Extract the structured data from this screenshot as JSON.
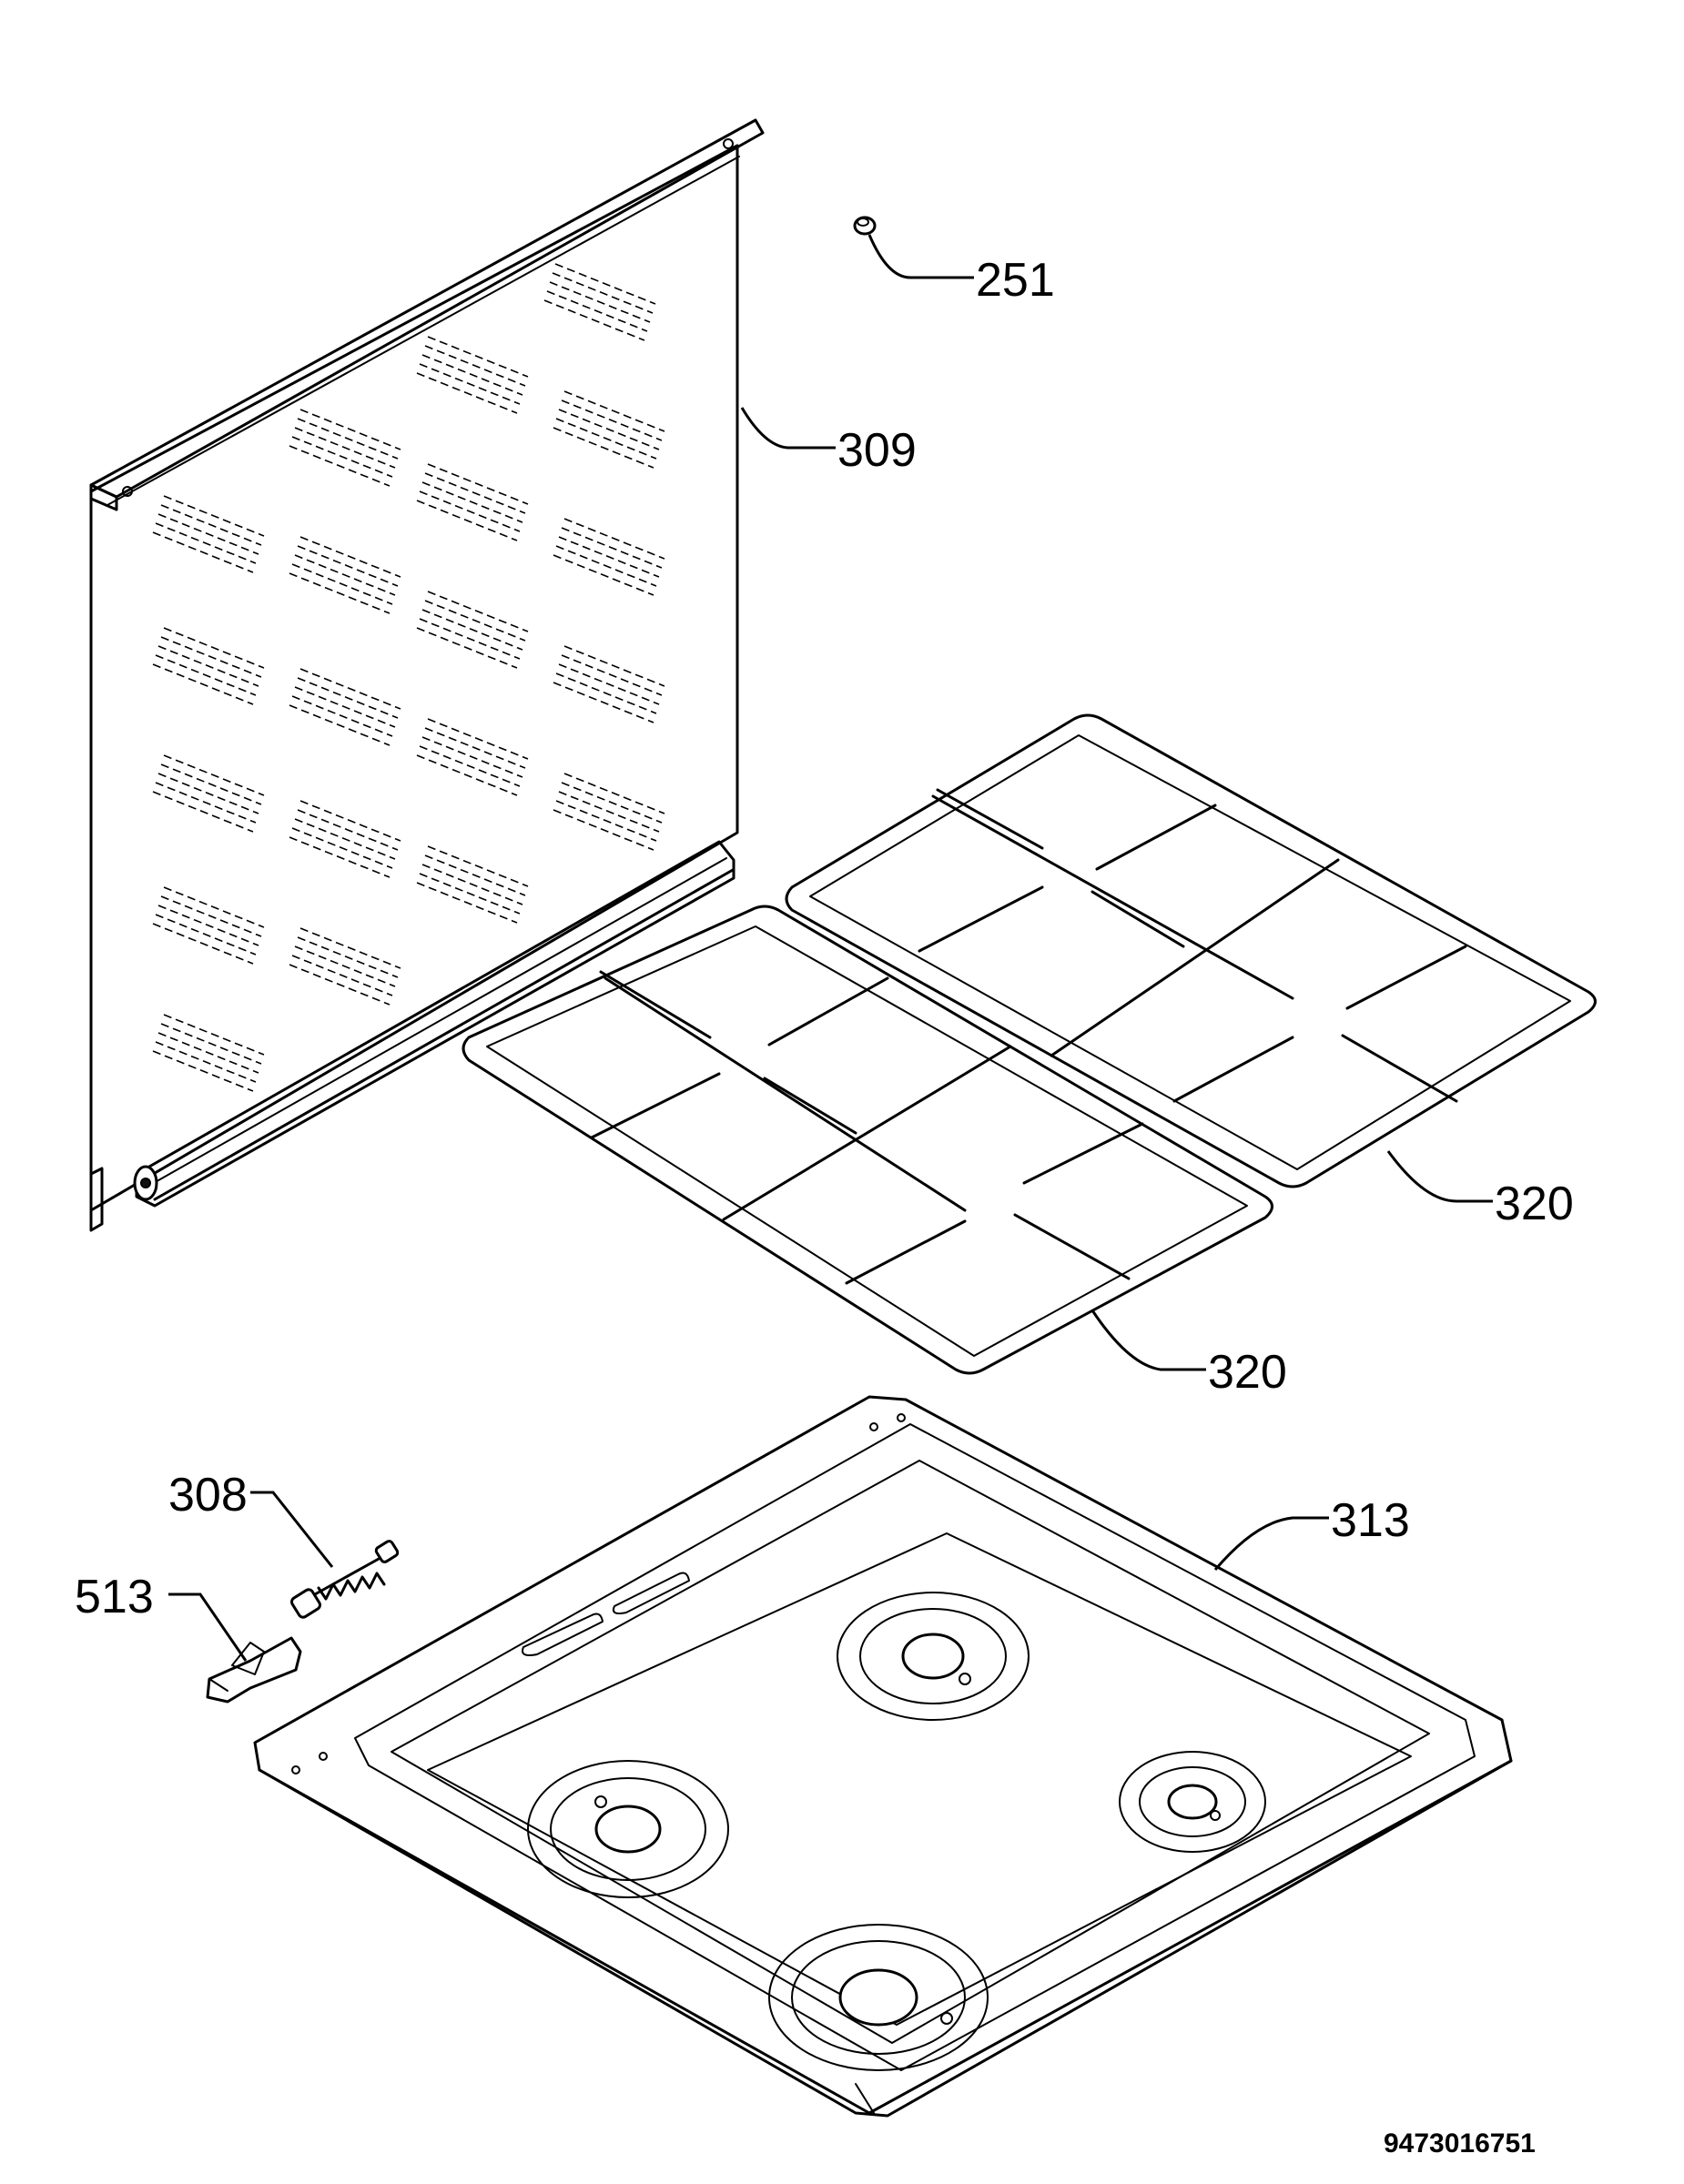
{
  "parts": [
    {
      "id": "cap",
      "label": "251"
    },
    {
      "id": "glass-lid",
      "label": "309"
    },
    {
      "id": "pan-support-rear",
      "label": "320"
    },
    {
      "id": "pan-support-front",
      "label": "320"
    },
    {
      "id": "hob-top",
      "label": "313"
    },
    {
      "id": "hinge-pin",
      "label": "308"
    },
    {
      "id": "hinge-clip",
      "label": "513"
    }
  ],
  "document_number": "9473016751"
}
